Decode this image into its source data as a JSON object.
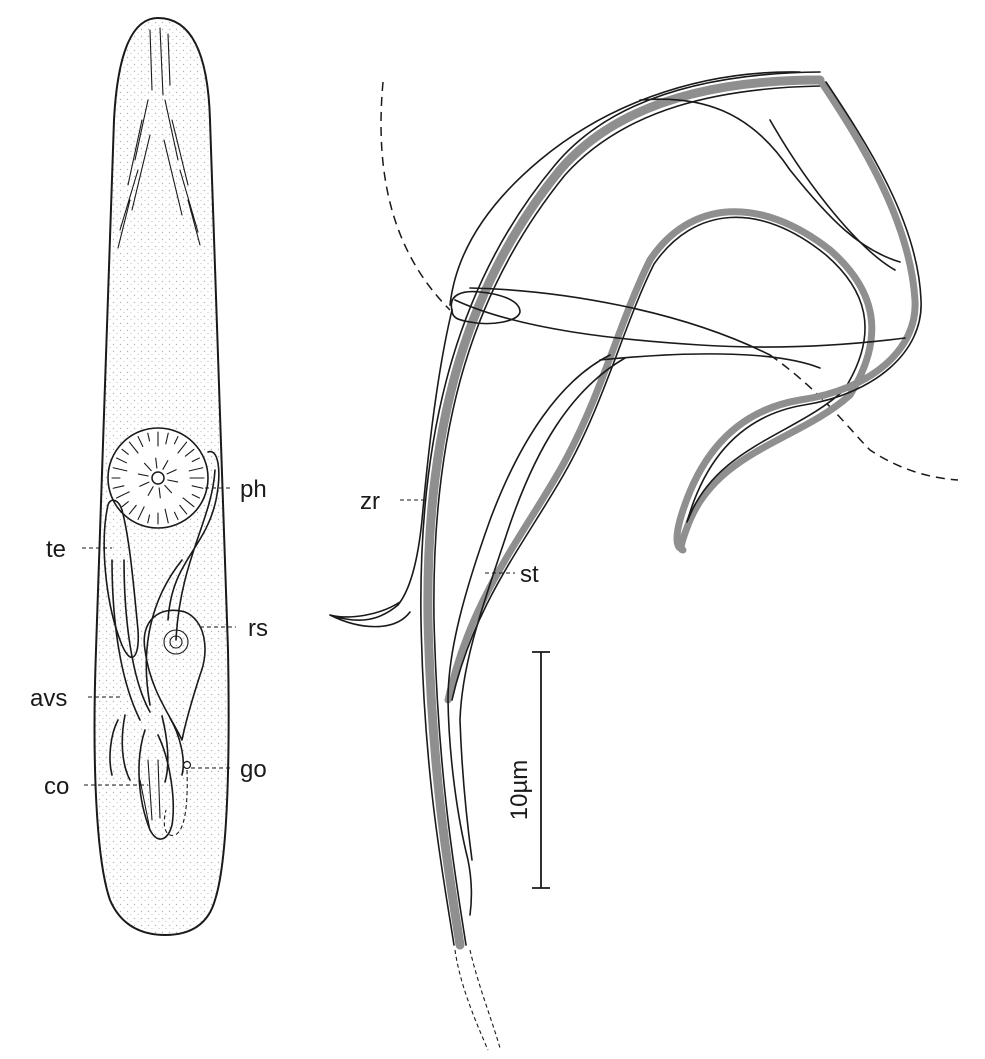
{
  "labels": {
    "ph": "ph",
    "te": "te",
    "rs": "rs",
    "avs": "avs",
    "co": "co",
    "go": "go",
    "zr": "zr",
    "st": "st"
  },
  "scale_bar": {
    "text": "10µm",
    "value_um": 10
  },
  "colors": {
    "ink": "#1a1a1a",
    "stipple": "#9a9a9a",
    "body_fill": "#f3f3f3"
  }
}
